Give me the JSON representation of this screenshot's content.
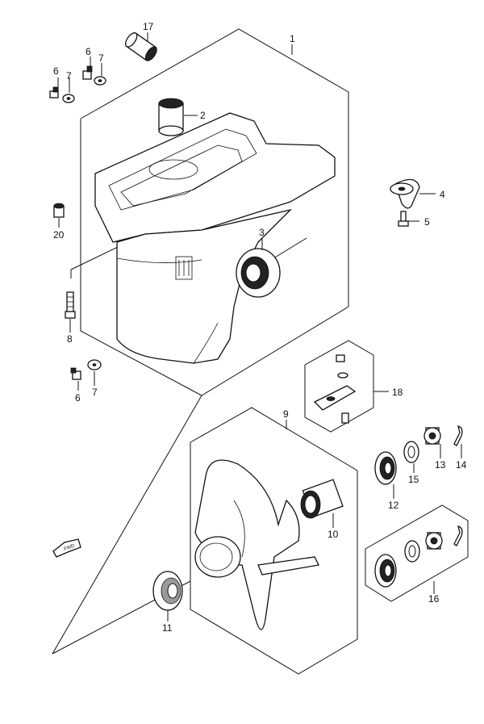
{
  "diagram": {
    "callouts": [
      {
        "id": "c17",
        "text": "17"
      },
      {
        "id": "c1",
        "text": "1"
      },
      {
        "id": "c6a",
        "text": "6"
      },
      {
        "id": "c7a",
        "text": "7"
      },
      {
        "id": "c6b",
        "text": "6"
      },
      {
        "id": "c7b",
        "text": "7"
      },
      {
        "id": "c2",
        "text": "2"
      },
      {
        "id": "c4",
        "text": "4"
      },
      {
        "id": "c5",
        "text": "5"
      },
      {
        "id": "c20",
        "text": "20"
      },
      {
        "id": "c3",
        "text": "3"
      },
      {
        "id": "c8",
        "text": "8"
      },
      {
        "id": "c6c",
        "text": "6"
      },
      {
        "id": "c7c",
        "text": "7"
      },
      {
        "id": "c18",
        "text": "18"
      },
      {
        "id": "c9",
        "text": "9"
      },
      {
        "id": "c13",
        "text": "13"
      },
      {
        "id": "c14",
        "text": "14"
      },
      {
        "id": "c15",
        "text": "15"
      },
      {
        "id": "c12",
        "text": "12"
      },
      {
        "id": "c10",
        "text": "10"
      },
      {
        "id": "c16",
        "text": "16"
      },
      {
        "id": "c11",
        "text": "11"
      }
    ],
    "fwd_marker": "FWD"
  }
}
